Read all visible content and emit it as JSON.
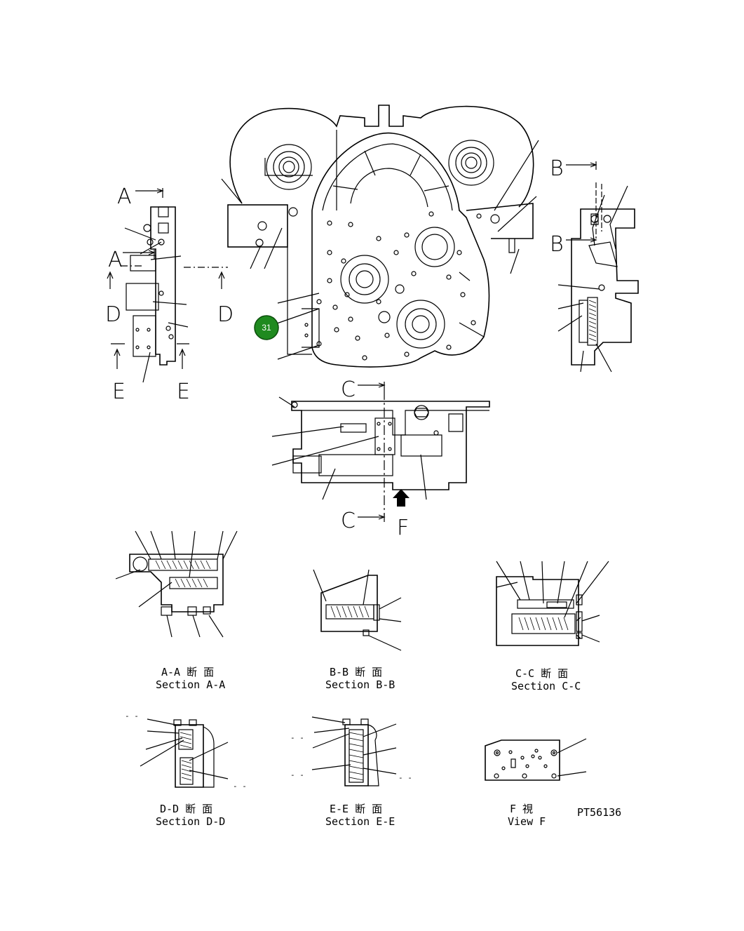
{
  "views": {
    "a_mark": "A",
    "b_mark": "B",
    "c_mark": "C",
    "d_mark": "D",
    "e_mark": "E",
    "f_mark": "F"
  },
  "callout": {
    "number": "31",
    "color": "#1f8a1f"
  },
  "captions": {
    "aa_jp": "A-A 断 面",
    "aa_en": "Section A-A",
    "bb_jp": "B-B 断 面",
    "bb_en": "Section B-B",
    "cc_jp": "C-C 断 面",
    "cc_en": "Section C-C",
    "dd_jp": "D-D 断 面",
    "dd_en": "Section D-D",
    "ee_jp": "E-E 断 面",
    "ee_en": "Section E-E",
    "f_jp": "F  視",
    "f_en": "View F"
  },
  "drawing_code": "PT56136",
  "small_dash": "- -"
}
